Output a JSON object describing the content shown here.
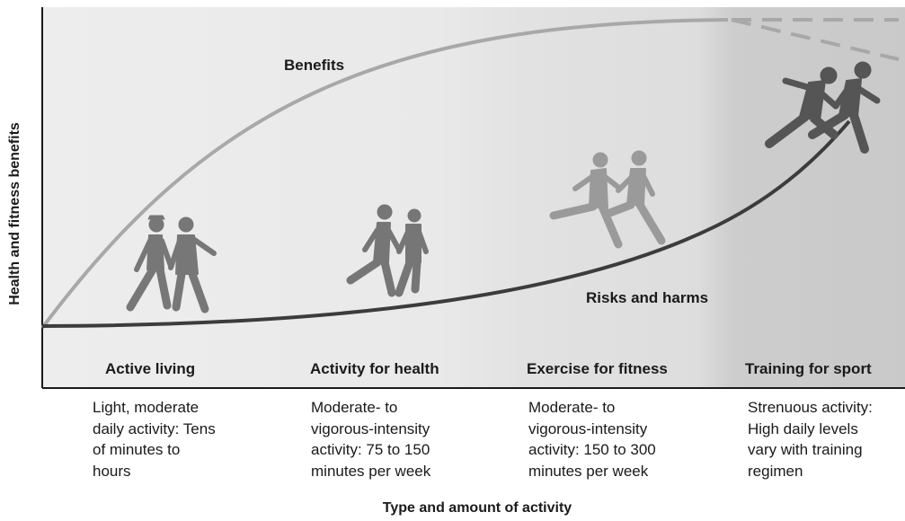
{
  "figure": {
    "y_axis_label": "Health and fitness benefits",
    "x_axis_label": "Type and amount of activity",
    "curves": {
      "benefits_label": "Benefits",
      "risks_label": "Risks and harms"
    },
    "zones": [
      {
        "title": "Active living",
        "description": [
          "Light, moderate",
          "daily activity: Tens",
          "of minutes to",
          "hours"
        ],
        "figure_icon": "walking-couple-icon"
      },
      {
        "title": "Activity for health",
        "description": [
          "Moderate- to",
          "vigorous-intensity",
          "activity:  75 to 150",
          "minutes per week"
        ],
        "figure_icon": "jogging-couple-icon"
      },
      {
        "title": "Exercise for fitness",
        "description": [
          "Moderate- to",
          "vigorous-intensity",
          "activity: 150 to 300",
          "minutes per week"
        ],
        "figure_icon": "running-couple-icon"
      },
      {
        "title": "Training for sport",
        "description": [
          "Strenuous activity:",
          "High daily levels",
          "vary with training",
          "regimen"
        ],
        "figure_icon": "sprinting-couple-icon"
      }
    ],
    "colors": {
      "benefits_curve": "#a8a8a8",
      "risks_curve": "#3c3c3c",
      "zone_background_light": "#ebebeb",
      "zone_background_dark": "#cfcfcf",
      "figures": "#7a7a7a"
    }
  }
}
